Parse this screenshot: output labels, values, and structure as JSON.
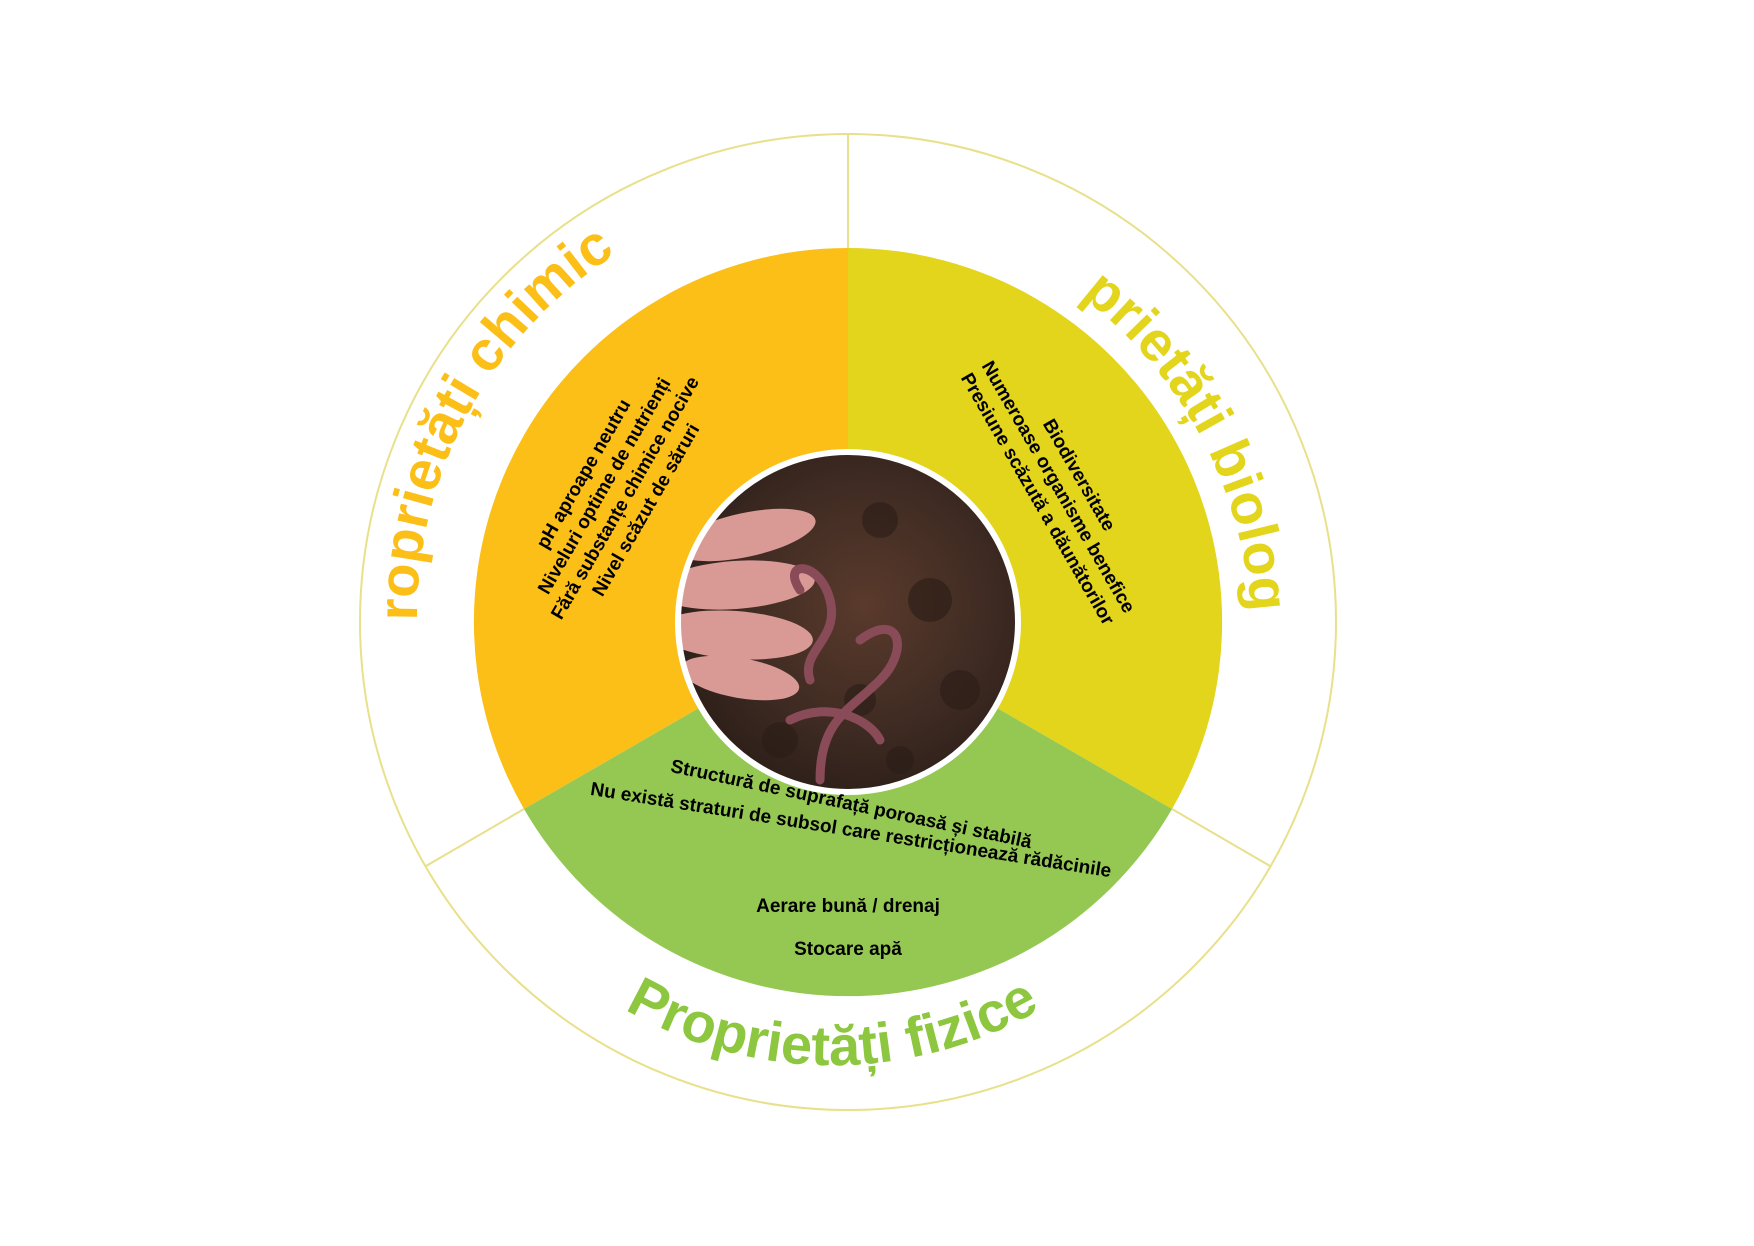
{
  "sectors": {
    "chemical": {
      "title": "Proprietăți chimice",
      "color": "#fbbf18",
      "title_color": "#fbbf18",
      "items": [
        "pH aproape neutru",
        "Niveluri optime de nutrienți",
        "Fără substanțe chimice nocive",
        "Nivel scăzut de săruri"
      ]
    },
    "biological": {
      "title": "Proprietăți biologice",
      "color": "#e3d41c",
      "title_color": "#e3d41c",
      "items": [
        "Biodiversitate",
        "Numeroase organisme benefice",
        "Presiune scăzută a dăunătorilor"
      ]
    },
    "physical": {
      "title": "Proprietăți fizice",
      "color": "#95c853",
      "title_color": "#8dc63f",
      "items": [
        "Structură de suprafață poroasă și stabilă",
        "Nu există straturi de subsol care restricționează rădăcinile",
        "Aerare bună / drenaj",
        "Stocare apă"
      ]
    }
  },
  "center_image": {
    "description": "hand-with-earthworms-in-soil-photo"
  },
  "outer_ring_color": "#e8e08a"
}
